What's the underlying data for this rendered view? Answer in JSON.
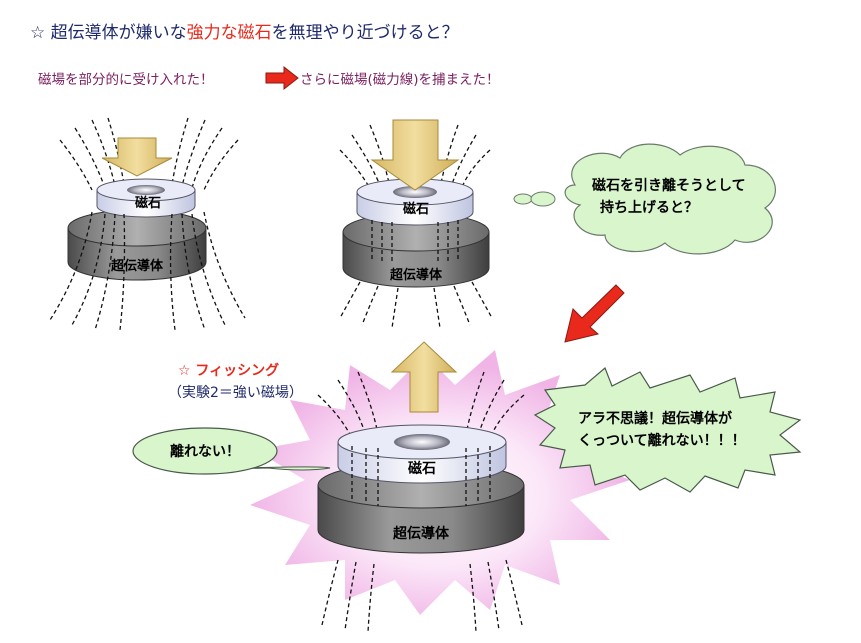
{
  "title": {
    "prefix": "☆ 超伝導体が嫌いな",
    "highlight": "強力な磁石",
    "suffix": "を無理やり近づけると？"
  },
  "subtitles": {
    "left": "磁場を部分的に受け入れた！",
    "right": "さらに磁場(磁力線)を捕まえた！"
  },
  "labels": {
    "magnet": "磁石",
    "superconductor": "超伝導体"
  },
  "bubbles": {
    "thought_line1": "磁石を引き離そうとして",
    "thought_line2": "持ち上げると？",
    "ara_line1": "アラ不思議！超伝導体が",
    "ara_line2": "くっついて離れない！！！",
    "hanarenai": "離れない！"
  },
  "fishing": {
    "title": "☆ フィッシング",
    "experiment": "（実験2＝強い磁場）"
  },
  "colors": {
    "title": "#1f2a6a",
    "highlight": "#e8291c",
    "subtitle": "#7a1f5e",
    "arrow_tan": "#e8cf82",
    "arrow_red": "#e8291c",
    "bubble_fill": "#d8f5cc",
    "burst_fill": "#f5c8ec"
  }
}
